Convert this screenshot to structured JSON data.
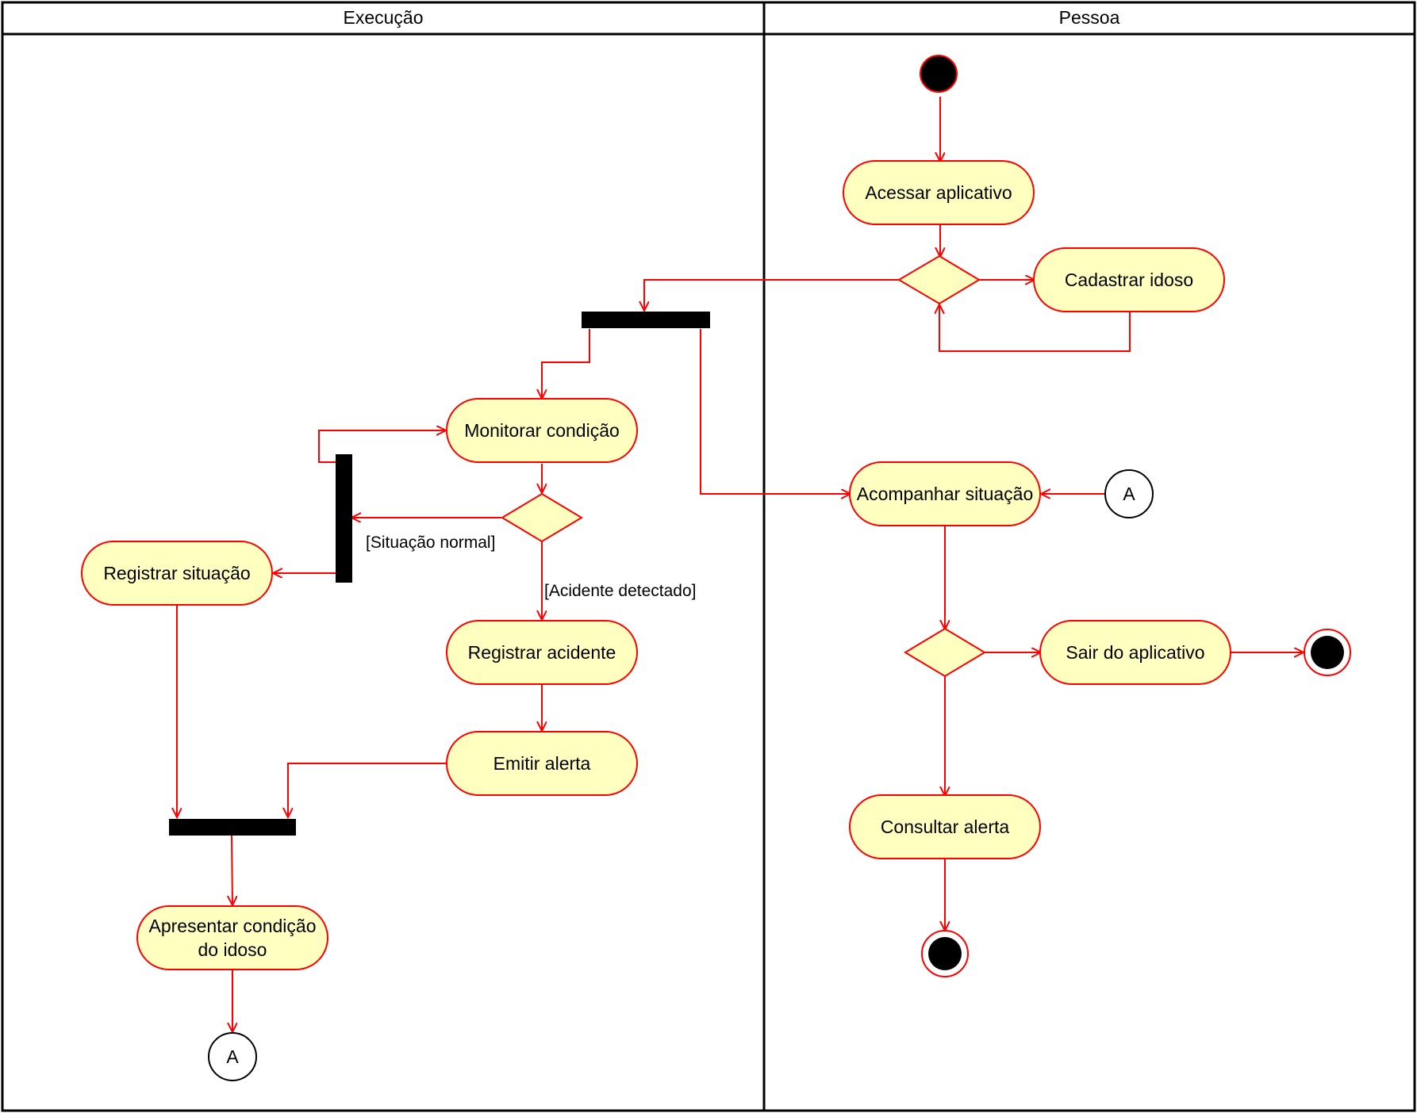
{
  "lanes": {
    "left": {
      "title": "Execução"
    },
    "right": {
      "title": "Pessoa"
    }
  },
  "activities": {
    "acessar_aplicativo": "Acessar aplicativo",
    "cadastrar_idoso": "Cadastrar idoso",
    "monitorar_condicao": "Monitorar condição",
    "registrar_situacao": "Registrar situação",
    "registrar_acidente": "Registrar acidente",
    "emitir_alerta": "Emitir alerta",
    "apresentar_condicao_line1": "Apresentar condição",
    "apresentar_condicao_line2": "do idoso",
    "acompanhar_situacao": "Acompanhar situação",
    "sair_do_aplicativo": "Sair do aplicativo",
    "consultar_alerta": "Consultar alerta"
  },
  "guards": {
    "situacao_normal": "[Situação normal]",
    "acidente_detectado": "[Acidente detectado]"
  },
  "connectors": {
    "connector_bottom": "A",
    "connector_right": "A"
  },
  "colors": {
    "activity_fill": "#ffffc0",
    "activity_stroke": "#ff0000",
    "flow": "#ff0000",
    "bar": "#000000",
    "lane_border": "#000000"
  }
}
